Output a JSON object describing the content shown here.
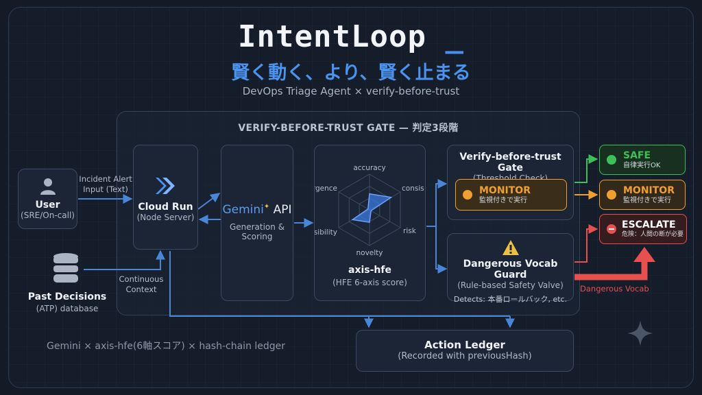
{
  "header": {
    "title": "IntentLoop",
    "cursor": "_",
    "subtitle": "賢く動く、より、賢く止まる",
    "tagline": "DevOps Triage Agent × verify-before-trust"
  },
  "gate_panel": {
    "title": "VERIFY-BEFORE-TRUST GATE — 判定3段階"
  },
  "user": {
    "title": "User",
    "sub": "(SRE/On-call)"
  },
  "incident_label": [
    "Incident Alert",
    "Input (Text)"
  ],
  "past": {
    "title": "Past Decisions",
    "sub": "(ATP) database"
  },
  "continuous_label": [
    "Continuous",
    "Context"
  ],
  "cloud_run": {
    "title": "Cloud Run",
    "sub": "(Node Server)"
  },
  "gemini": {
    "brand": "Gemini",
    "api": "API",
    "sub1": "Generation &",
    "sub2": "Scoring"
  },
  "axis_hfe": {
    "title": "axis-hfe",
    "sub": "(HFE 6-axis score)",
    "axes": [
      "accuracy",
      "consistency",
      "risk",
      "novelty",
      "feasibility",
      "divergence"
    ],
    "values": [
      0.45,
      0.7,
      0.05,
      0.35,
      0.55,
      0.05
    ]
  },
  "gate": {
    "title": "Verify-before-trust Gate",
    "sub": "(Threshold Check)"
  },
  "gate_monitor": {
    "title": "MONITOR",
    "sub": "監視付きで実行"
  },
  "vocab": {
    "title": "Dangerous Vocab Guard",
    "sub": "(Rule-based Safety Valve)",
    "detects": "Detects: 本番ロールバック, etc.",
    "icon": "warning-icon"
  },
  "outcomes": [
    {
      "title": "SAFE",
      "sub": "自律実行OK",
      "color": "#3fbf5a"
    },
    {
      "title": "MONITOR",
      "sub": "監視付きで実行",
      "color": "#f0a030"
    },
    {
      "title": "ESCALATE",
      "sub": "危険：人間の断が必要",
      "color": "#e85050"
    }
  ],
  "dangerous_label": "Dangerous Vocab",
  "ledger": {
    "title": "Action Ledger",
    "sub": "(Recorded with previousHash)"
  },
  "footer": "Gemini × axis-hfe(6軸スコア) × hash-chain ledger",
  "colors": {
    "accent": "#4a94f0",
    "line": "#4a86d8",
    "safe": "#3fbf5a",
    "monitor": "#f0a030",
    "escalate": "#e85050"
  }
}
